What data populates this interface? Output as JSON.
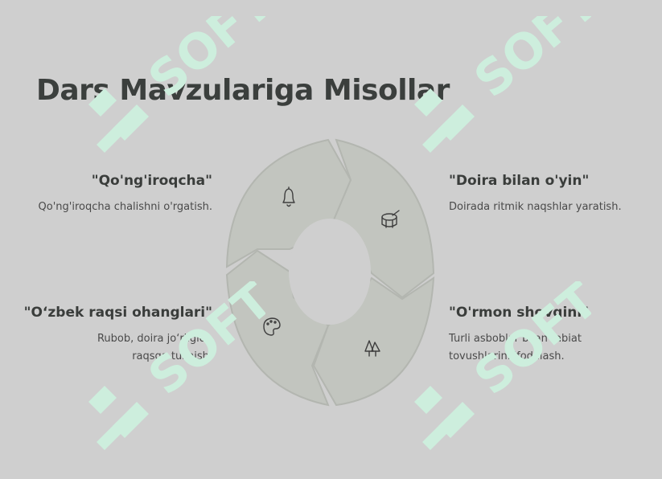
{
  "title": "Dars Mavzulariga Misollar",
  "watermark_text": "SOFT",
  "items": [
    {
      "heading": "\"Qo'ng'iroqcha\"",
      "description": "Qo'ng'iroqcha chalishni o'rgatish.",
      "icon": "bell-icon"
    },
    {
      "heading": "\"Doira bilan o'yin\"",
      "description": "Doirada ritmik naqshlar yaratish.",
      "icon": "drum-icon"
    },
    {
      "heading": "\"O‘zbek raqsi ohanglari\"",
      "description": "Rubob, doira jo‘rligida raqsga tushish.",
      "icon": "palette-icon"
    },
    {
      "heading": "\"O'rmon shovqini\"",
      "description": "Turli asboblar bilan tabiat tovushlarini ifodalash.",
      "icon": "trees-icon"
    }
  ],
  "colors": {
    "background": "#cfcfcf",
    "segment_fill": "#c2c5bf",
    "segment_stroke": "#b3b6b0",
    "center_hole": "#cfcfcf",
    "watermark": "#cdeedd"
  }
}
